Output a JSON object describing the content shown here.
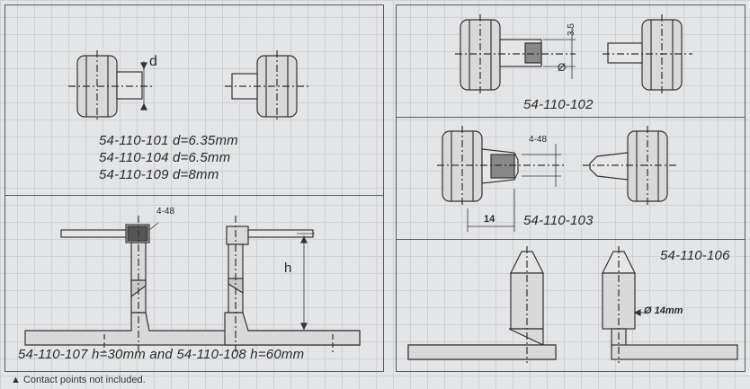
{
  "left_panel": {
    "top_label_d": "d",
    "models": [
      {
        "text": "54-110-101  d=6.35mm"
      },
      {
        "text": "54-110-104  d=6.5mm"
      },
      {
        "text": "54-110-109  d=8mm"
      }
    ],
    "thread_label": "4-48",
    "height_label": "h",
    "bottom_caption": "54-110-107 h=30mm and 54-110-108 h=60mm"
  },
  "right_panel": {
    "section1": {
      "dim_35": "3.5",
      "dia_symbol": "Ø",
      "caption": "54-110-102"
    },
    "section2": {
      "thread_label": "4-48",
      "dim_14": "14",
      "caption": "54-110-103"
    },
    "section3": {
      "caption": "54-110-106",
      "dia_label": "Ø 14mm"
    }
  },
  "footnote": "▲ Contact points not included."
}
